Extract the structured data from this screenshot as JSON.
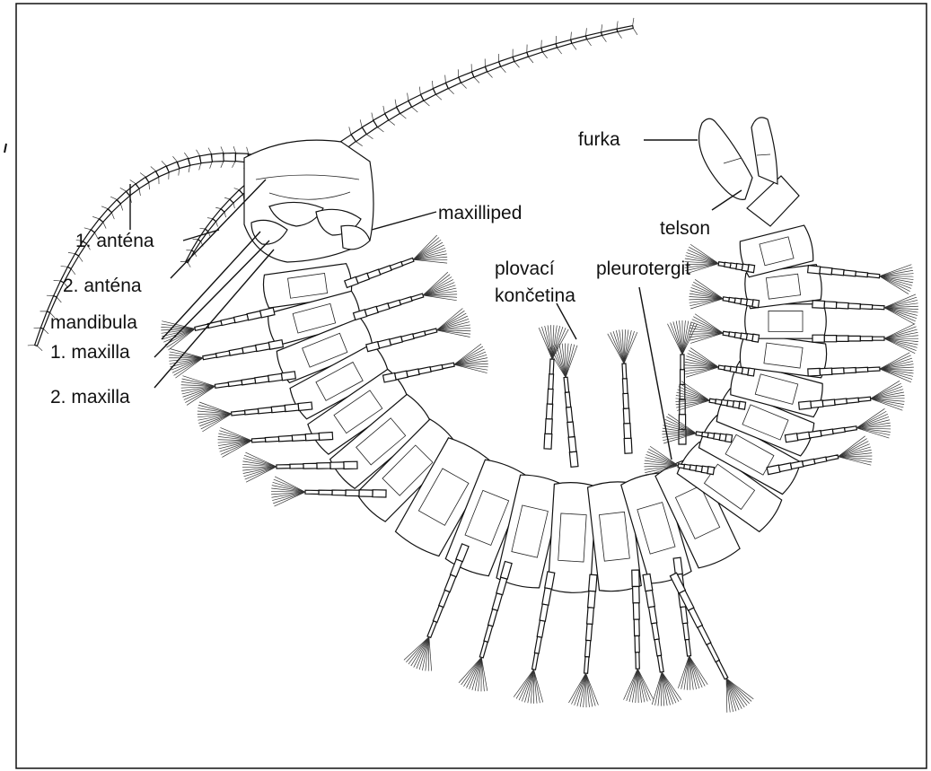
{
  "labels": {
    "antenna1": "1. anténa",
    "antenna2": "2. anténa",
    "mandible": "mandibula",
    "maxilla1": "1. maxilla",
    "maxilla2": "2. maxilla",
    "maxilliped": "maxilliped",
    "swimming_leg_line1": "plovací",
    "swimming_leg_line2": "končetina",
    "pleurotergite": "pleurotergit",
    "furca": "furka",
    "telson": "telson"
  },
  "colors": {
    "ink": "#111111",
    "background": "#ffffff"
  }
}
